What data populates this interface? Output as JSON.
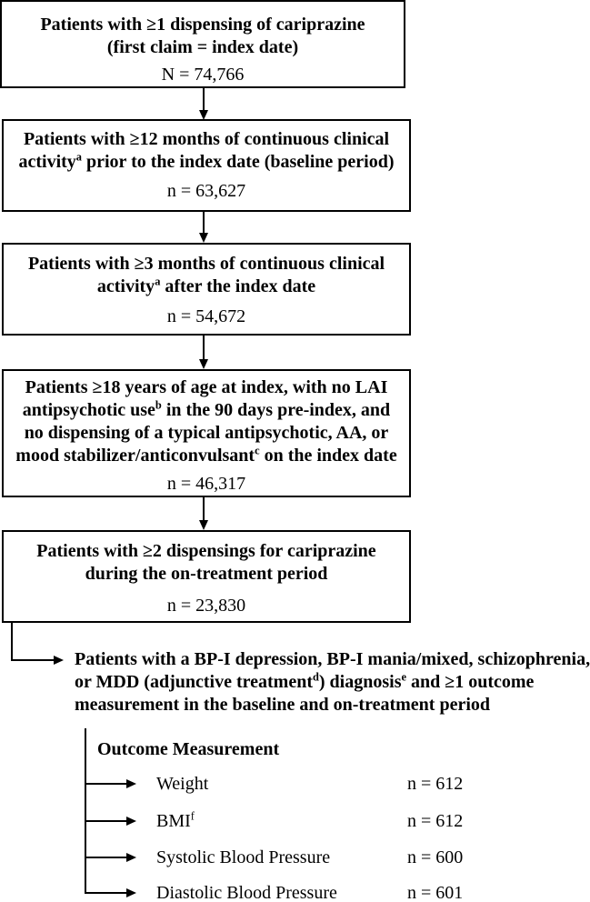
{
  "figure": {
    "background": "#ffffff",
    "line_color": "#000000"
  },
  "boxes": [
    {
      "lines": [
        "Patients with ≥1 dispensing of cariprazine",
        "(first claim = index date)"
      ],
      "count": "N = 74,766"
    },
    {
      "lines": [
        "Patients with ≥12 months of continuous clinical",
        "activity^a prior to the index date (baseline period)"
      ],
      "count": "n = 63,627"
    },
    {
      "lines": [
        "Patients with ≥3 months of continuous clinical",
        "activity^a after the index date"
      ],
      "count": "n = 54,672"
    },
    {
      "lines": [
        "Patients ≥18 years of age at index, with no LAI",
        "antipsychotic use^b in the 90 days pre-index, and",
        "no dispensing of a typical antipsychotic, AA, or",
        "mood stabilizer/anticonvulsant^c on the index date"
      ],
      "count": "n = 46,317"
    },
    {
      "lines": [
        "Patients with ≥2 dispensings for cariprazine",
        "during the on-treatment period"
      ],
      "count": "n = 23,830"
    }
  ],
  "branch": {
    "lines": [
      "Patients with a BP-I depression, BP-I mania/mixed, schizophrenia,",
      "or MDD (adjunctive treatment^d) diagnosis^e and ≥1 outcome",
      "measurement in the baseline and on-treatment period"
    ]
  },
  "outcomes": {
    "title": "Outcome Measurement",
    "items": [
      {
        "label": "Weight",
        "count": "n = 612"
      },
      {
        "label": "BMI^f",
        "count": "n = 612"
      },
      {
        "label": "Systolic Blood Pressure",
        "count": "n = 600"
      },
      {
        "label": "Diastolic Blood Pressure",
        "count": "n = 601"
      }
    ]
  }
}
